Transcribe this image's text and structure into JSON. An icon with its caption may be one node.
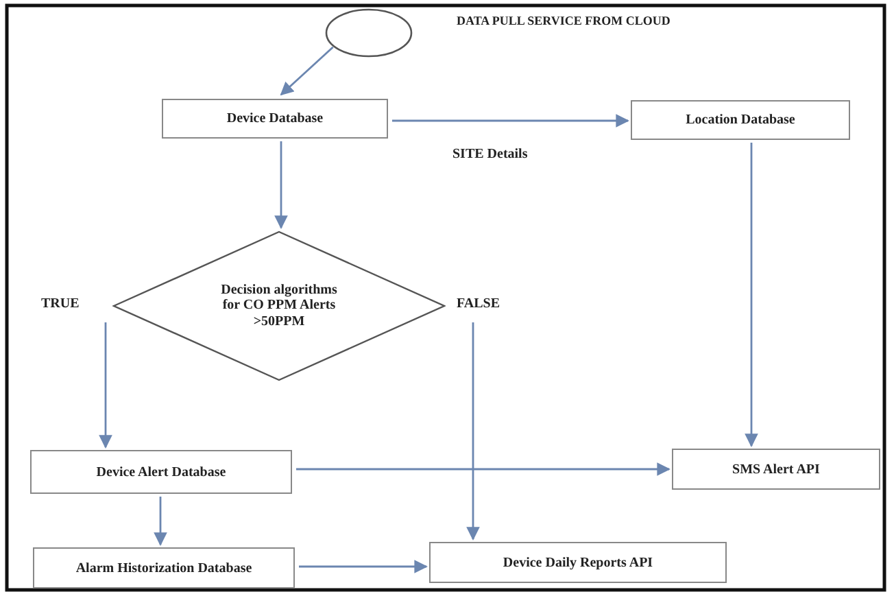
{
  "diagram": {
    "title": "DATA PULL SERVICE FROM CLOUD",
    "nodes": [
      {
        "text": [],
        "shape": "circle"
      },
      {
        "text": [
          "Device Database"
        ]
      },
      {
        "text": [
          "Location Database"
        ]
      },
      {
        "text": [
          "Decision algorithms for CO PPM Alerts >50PPM"
        ]
      },
      {
        "text": [
          "Device Alert Database"
        ]
      },
      {
        "text": [
          "SMS Alert API"
        ]
      },
      {
        "text": [
          "Alarm Historization Database"
        ]
      },
      {
        "text": [
          "Device Daily Reports API"
        ]
      }
    ],
    "edges": [
      {
        "from": 0,
        "to": 1,
        "arrow": "to"
      },
      {
        "from": 1,
        "to": 2,
        "arrow": "to",
        "label": "SITE Details"
      },
      {
        "from": 1,
        "to": 3,
        "arrow": "to"
      },
      {
        "from": 3,
        "to": 4,
        "arrow": "to",
        "label": "TRUE"
      },
      {
        "from": 3,
        "to": 7,
        "arrow": "to",
        "label": "FALSE"
      },
      {
        "from": 2,
        "to": 5,
        "arrow": "to"
      },
      {
        "from": 4,
        "to": 5,
        "arrow": "to"
      },
      {
        "from": 4,
        "to": 6,
        "arrow": "to"
      },
      {
        "from": 6,
        "to": 7,
        "arrow": "to"
      }
    ]
  }
}
